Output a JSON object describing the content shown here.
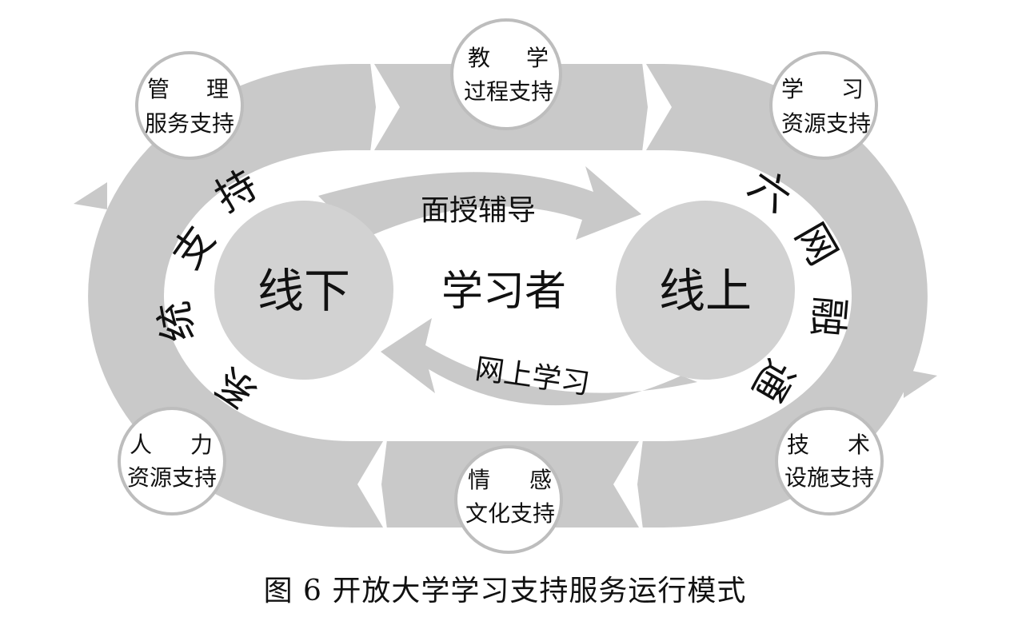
{
  "center": {
    "label": "学习者"
  },
  "offline": {
    "label": "线下"
  },
  "online": {
    "label": "线上"
  },
  "arrows": {
    "top_label": "面授辅导",
    "bottom_label": "网上学习"
  },
  "left_arc_chars": [
    "持",
    "支",
    "统",
    "系"
  ],
  "right_arc_chars": [
    "六",
    "网",
    "融",
    "通"
  ],
  "support_nodes": {
    "management": {
      "line1": [
        "管",
        "理"
      ],
      "line2": "服务支持"
    },
    "teaching": {
      "line1": [
        "教",
        "学"
      ],
      "line2": "过程支持"
    },
    "resource": {
      "line1": [
        "学",
        "习"
      ],
      "line2": "资源支持"
    },
    "human": {
      "line1": [
        "人",
        "力"
      ],
      "line2": "资源支持"
    },
    "culture": {
      "line1": [
        "情",
        "感"
      ],
      "line2": "文化支持"
    },
    "tech": {
      "line1": [
        "技",
        "术"
      ],
      "line2": "设施支持"
    }
  },
  "caption": "图 6   开放大学学习支持服务运行模式",
  "colors": {
    "band": "#c9c9c9",
    "circle": "#d2d2d2",
    "node_border": "#bdbdbd",
    "text": "#111111"
  }
}
